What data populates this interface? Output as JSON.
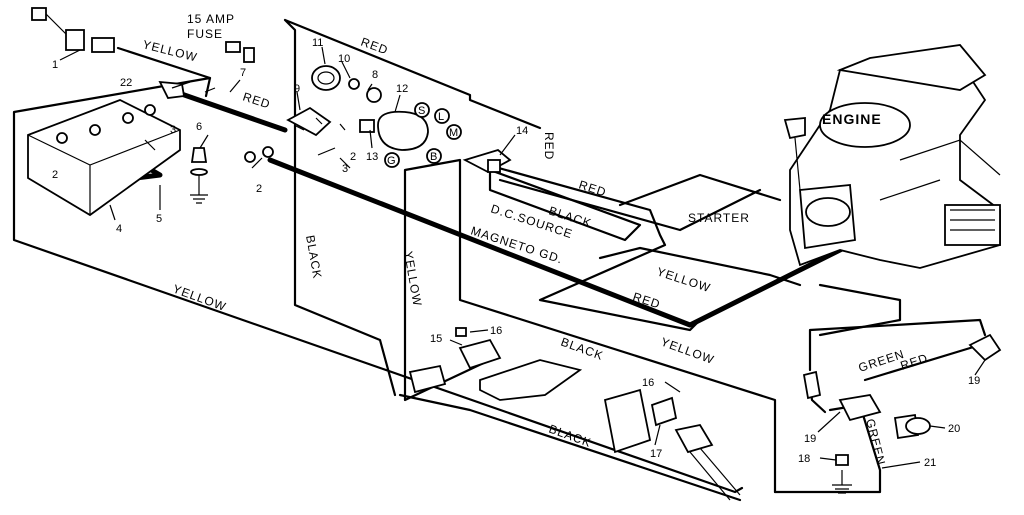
{
  "labels": {
    "fuse": [
      "15 AMP",
      "FUSE"
    ],
    "engine": "ENGINE",
    "starter": "STARTER",
    "dc_source": "D.C.SOURCE",
    "magneto_gd": "MAGNETO GD."
  },
  "wire_colors": {
    "yellow": "YELLOW",
    "red": "RED",
    "black": "BLACK",
    "green": "GREEN"
  },
  "solenoid_terminals": [
    "S",
    "L",
    "M",
    "G",
    "B"
  ],
  "part_numbers": [
    "1",
    "2",
    "2",
    "2",
    "3",
    "3",
    "4",
    "5",
    "6",
    "7",
    "8",
    "9",
    "10",
    "11",
    "12",
    "13",
    "14",
    "15",
    "16",
    "16",
    "17",
    "18",
    "19",
    "19",
    "20",
    "21",
    "22"
  ]
}
